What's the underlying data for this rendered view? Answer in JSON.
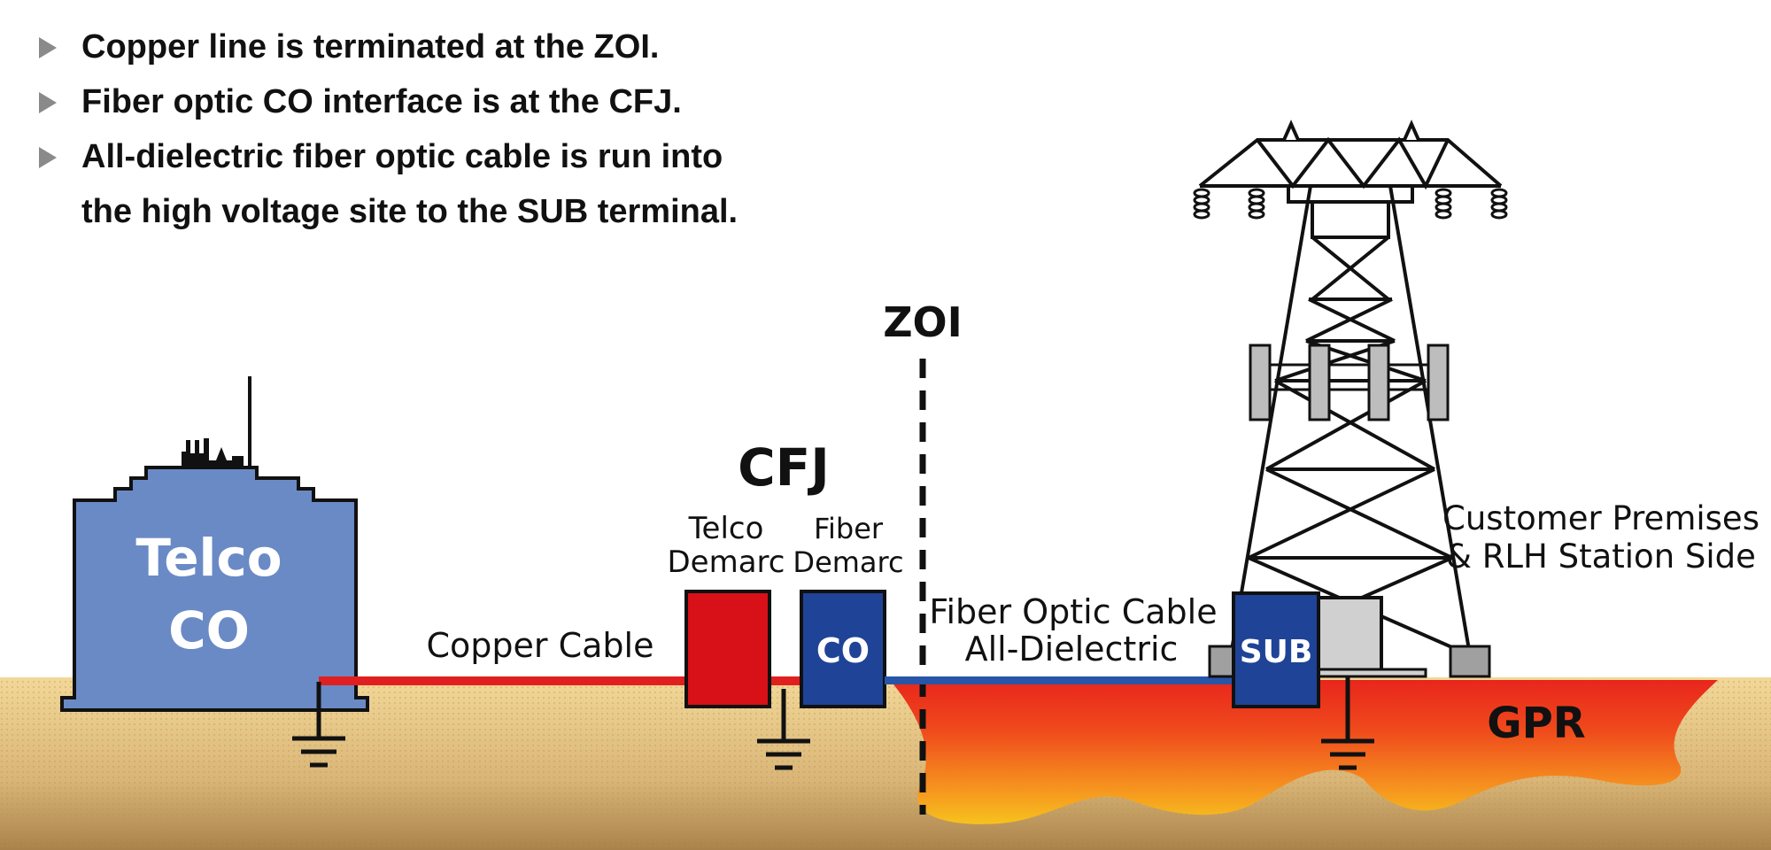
{
  "bullets": [
    {
      "text": "Copper line is terminated at the ZOI."
    },
    {
      "text": "Fiber optic CO interface is at the CFJ."
    },
    {
      "text": "All-dielectric fiber optic cable is run into",
      "text2": "the high voltage site to the SUB terminal."
    }
  ],
  "labels": {
    "telco_co_line1": "Telco",
    "telco_co_line2": "CO",
    "copper_cable": "Copper Cable",
    "cfj": "CFJ",
    "telco_demarc_line1": "Telco",
    "telco_demarc_line2": "Demarc",
    "fiber_demarc_line1": "Fiber",
    "fiber_demarc_line2": "Demarc",
    "co_box": "CO",
    "zoi": "ZOI",
    "fiber_cable_line1": "Fiber Optic Cable",
    "fiber_cable_line2": "All-Dielectric",
    "sub_box": "SUB",
    "customer_line1": "Customer Premises",
    "customer_line2": "& RLH Station Side",
    "gpr": "GPR"
  },
  "colors": {
    "telco_building": "#6a8ac6",
    "copper_cable": "#e02020",
    "telco_demarc": "#d81018",
    "fiber_demarc": "#1f4396",
    "fiber_cable": "#2855a8",
    "sub_box": "#1f4396",
    "ground_sand": "#e9c98a",
    "gpr_hot": "#e8261c",
    "gpr_warm": "#f7b81e"
  }
}
